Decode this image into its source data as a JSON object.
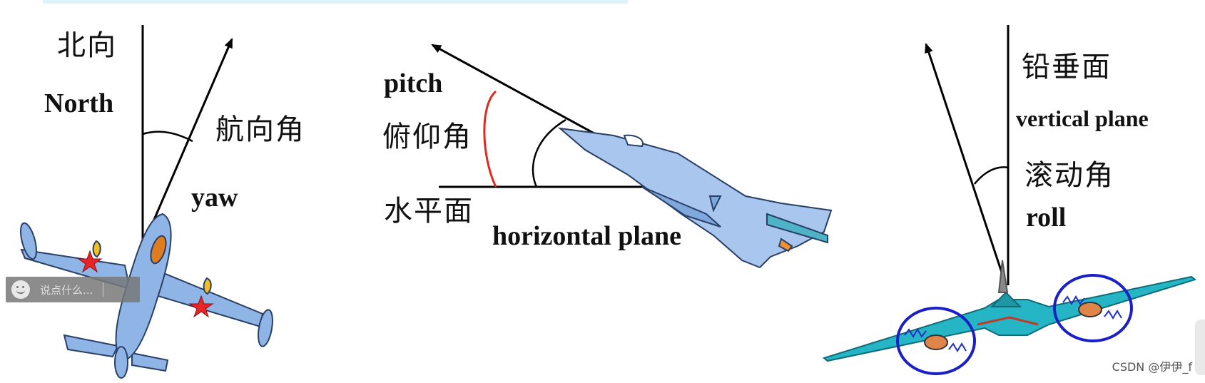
{
  "yaw": {
    "cn_north": "北向",
    "en_north": "North",
    "cn_angle": "航向角",
    "en_angle": "yaw"
  },
  "pitch": {
    "en_angle": "pitch",
    "cn_angle": "俯仰角",
    "cn_plane": "水平面",
    "en_plane": "horizontal plane"
  },
  "roll": {
    "cn_plane": "铅垂面",
    "en_plane": "vertical plane",
    "cn_angle": "滚动角",
    "en_angle": "roll"
  },
  "overlay": {
    "danmaku_placeholder": "说点什么...",
    "watermark": "CSDN @伊伊_f"
  },
  "colors": {
    "aircraft_body": "#8fb4e6",
    "star": "#e8262a",
    "pitch_arc": "#e02a1e",
    "roll_rings": "#1a1fc8",
    "roll_aircraft": "#26b5c5"
  }
}
